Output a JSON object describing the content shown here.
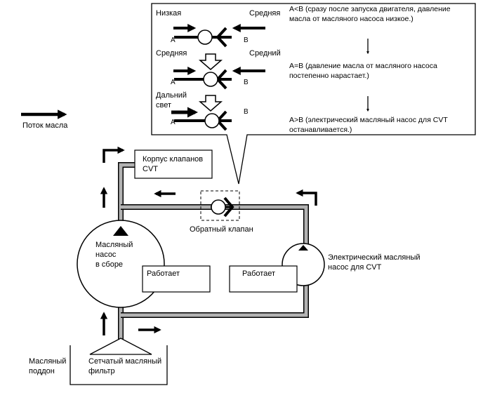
{
  "legend": {
    "label": "Поток масла"
  },
  "callout": {
    "row1": {
      "left": "Низкая",
      "right": "Средняя",
      "a": "A",
      "b": "B",
      "desc": [
        "A<B (сразу после запуска двигателя, давление",
        "масла от масляного насоса низкое.)"
      ]
    },
    "row2": {
      "left": "Средняя",
      "right": "Средний",
      "a": "A",
      "b": "B",
      "desc": [
        "A=B (давление масла от масляного насоса",
        "постепенно нарастает.)"
      ]
    },
    "row3": {
      "left": [
        "Дальний",
        "свет"
      ],
      "a": "A",
      "b": "B",
      "desc": [
        "A>B (электрический масляный насос для CVT",
        "останавливается.)"
      ]
    }
  },
  "components": {
    "valve_body": [
      "Корпус клапанов",
      "CVT"
    ],
    "check_valve": "Обратный клапан",
    "main_pump": [
      "Масляный",
      "насос",
      "в сборе"
    ],
    "main_pump_status": "Работает",
    "electric_pump_status": "Работает",
    "electric_pump": [
      "Электрический масляный",
      "насос для CVT"
    ],
    "oil_pan": [
      "Масляный",
      "поддон"
    ],
    "strainer": [
      "Сетчатый масляный",
      "фильтр"
    ]
  }
}
